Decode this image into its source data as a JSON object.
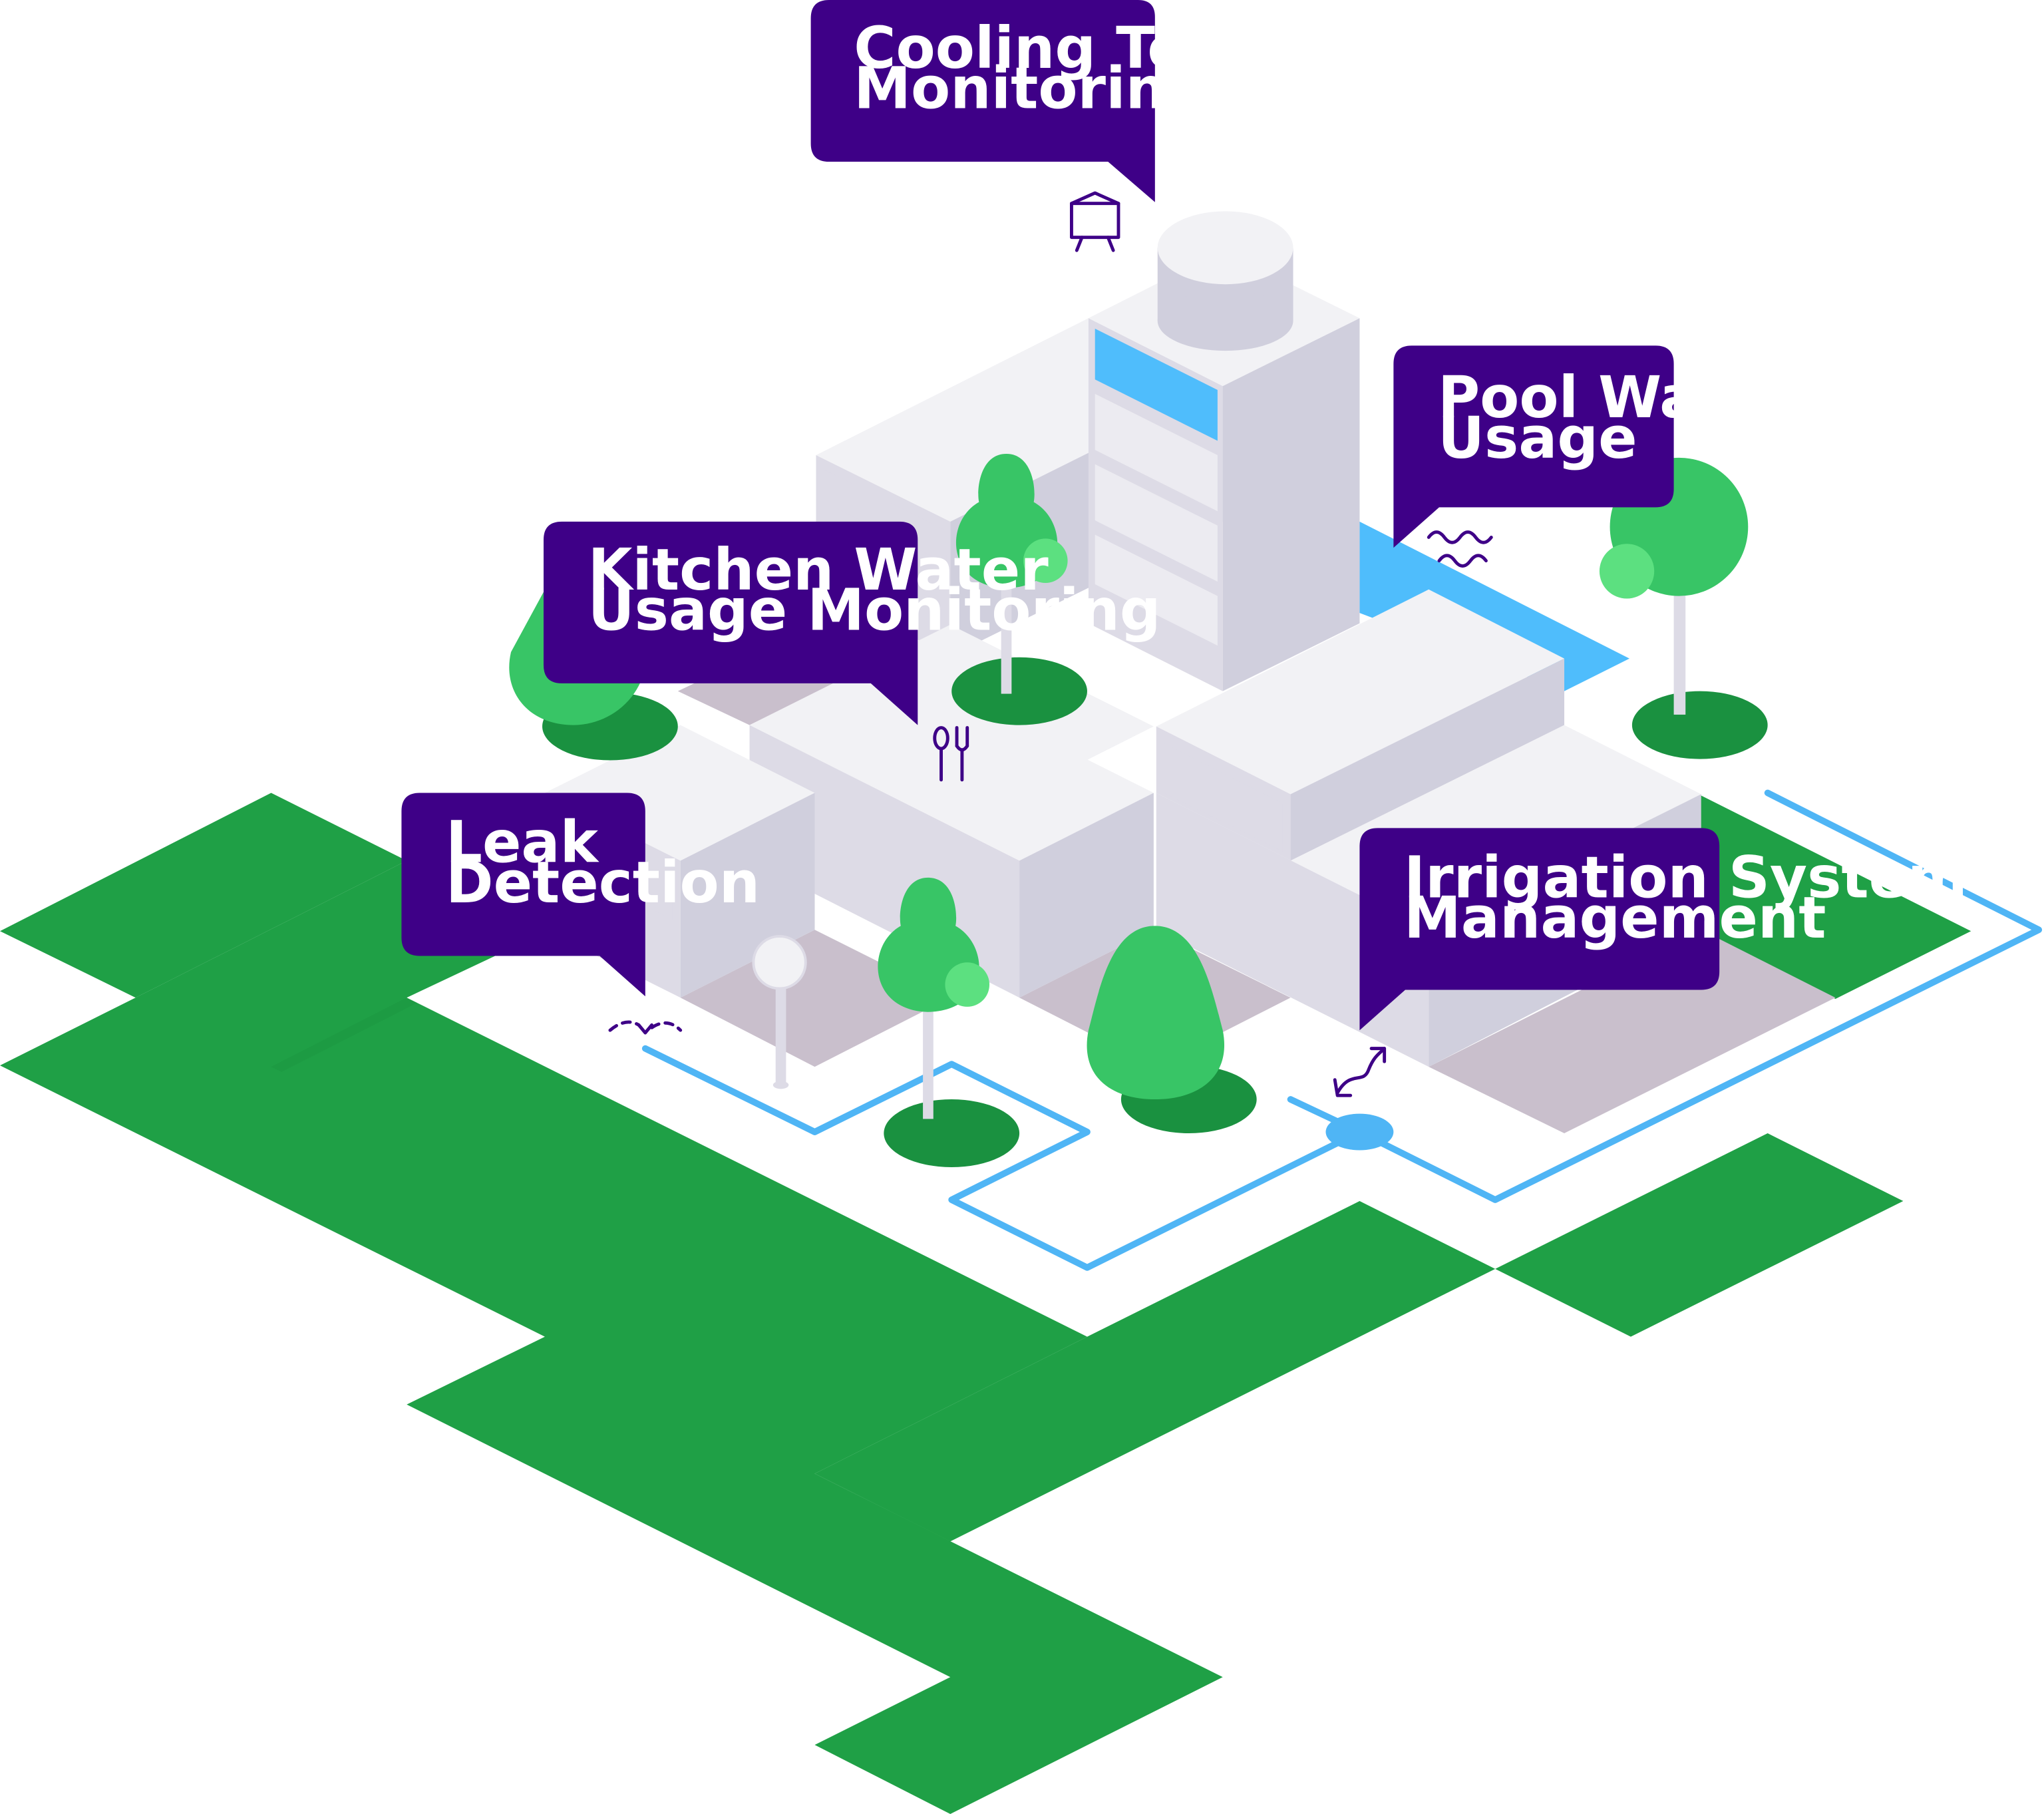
{
  "colors": {
    "grass": "#1fa046",
    "tree": "#38c566",
    "tree_light": "#5ce080",
    "tree_shadow": "#1a9140",
    "building_top": "#f2f2f5",
    "building_left": "#dddbe6",
    "building_right": "#d0cfdd",
    "building_shadow": "#c9bfcc",
    "water": "#4fbdfc",
    "pipe": "#4fb5f5",
    "callout_bg": "#3e0087",
    "callout_text": "#ffffff",
    "icon_stroke": "#3e0087"
  },
  "callouts": [
    {
      "id": "cooling",
      "line1": "Cooling Tower",
      "line2": "Monitoring",
      "icon": "cooling-tower-icon"
    },
    {
      "id": "pool",
      "line1": "Pool Water",
      "line2": "Usage",
      "icon": "water-waves-icon"
    },
    {
      "id": "kitchen",
      "line1": "Kitchen Water",
      "line2": "Usage Monitoring",
      "icon": "spoon-fork-icon"
    },
    {
      "id": "leak",
      "line1": "Leak",
      "line2": "Detection",
      "icon": "leak-drip-icon"
    },
    {
      "id": "irrigation",
      "line1": "Irrigation System",
      "line2": "Management",
      "icon": "flow-arrows-icon"
    }
  ]
}
